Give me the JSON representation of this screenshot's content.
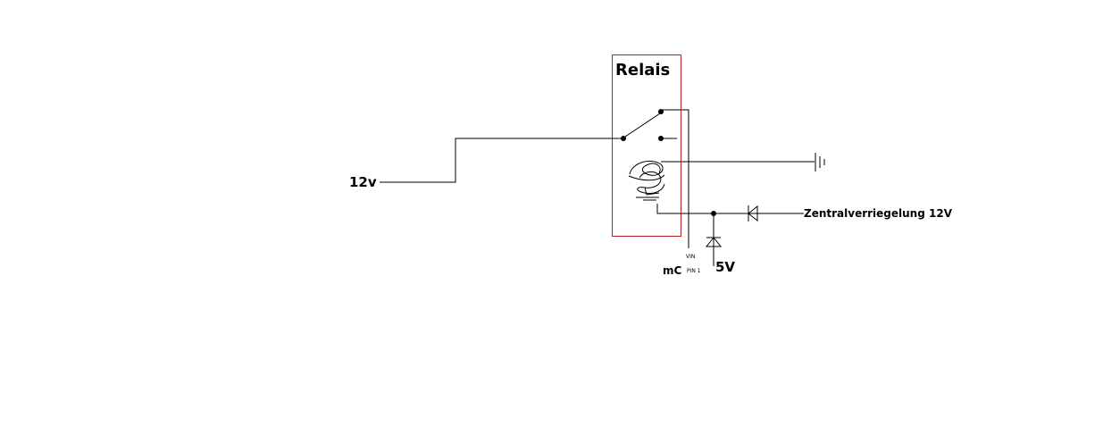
{
  "diagram": {
    "relay_title": "Relais",
    "input_12v": "12v",
    "central_lock": "Zentralverriegelung 12V",
    "vin": "VIN",
    "mc": "mC",
    "pin1": "PIN 1",
    "five_v": "5V"
  },
  "colors": {
    "relay_box": "#b22222",
    "wire": "#000000",
    "background": "#ffffff"
  }
}
